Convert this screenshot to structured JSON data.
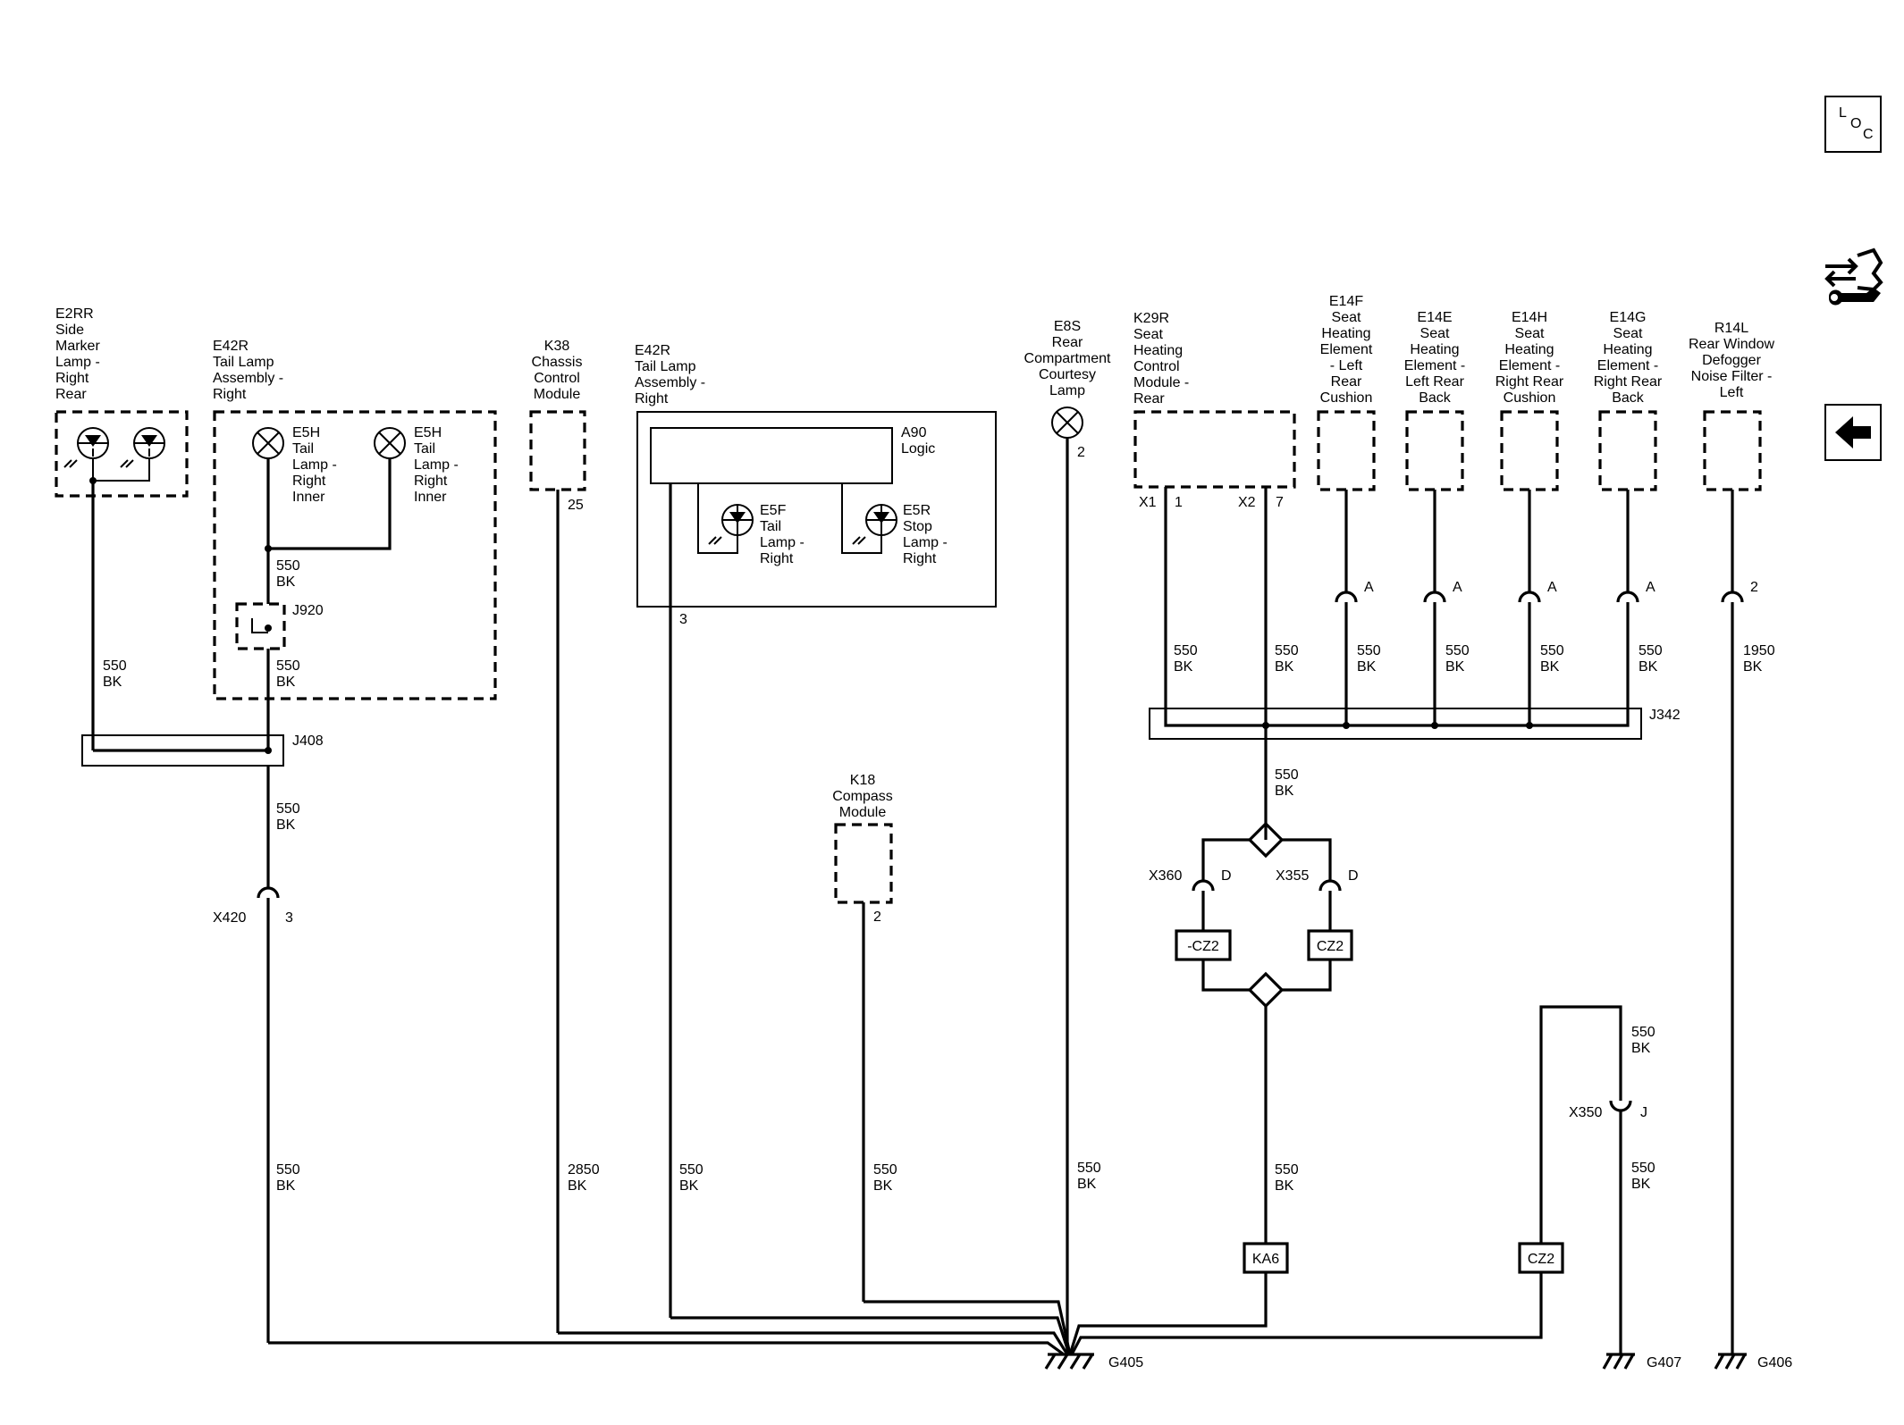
{
  "components": {
    "e2rr": [
      "E2RR",
      "Side",
      "Marker",
      "Lamp -",
      "Right",
      "Rear"
    ],
    "e42r_a": [
      "E42R",
      "Tail Lamp",
      "Assembly -",
      "Right"
    ],
    "e5h_l": [
      "E5H",
      "Tail",
      "Lamp -",
      "Right",
      "Inner"
    ],
    "e5h_r": [
      "E5H",
      "Tail",
      "Lamp -",
      "Right",
      "Inner"
    ],
    "k38": [
      "K38",
      "Chassis",
      "Control",
      "Module"
    ],
    "e42r_b": [
      "E42R",
      "Tail Lamp",
      "Assembly -",
      "Right"
    ],
    "a90": [
      "A90",
      "Logic"
    ],
    "e5f": [
      "E5F",
      "Tail",
      "Lamp -",
      "Right"
    ],
    "e5r": [
      "E5R",
      "Stop",
      "Lamp -",
      "Right"
    ],
    "e8s": [
      "E8S",
      "Rear",
      "Compartment",
      "Courtesy",
      "Lamp"
    ],
    "k29r": [
      "K29R",
      "Seat",
      "Heating",
      "Control",
      "Module -",
      "Rear"
    ],
    "e14f": [
      "E14F",
      "Seat",
      "Heating",
      "Element",
      "- Left",
      "Rear",
      "Cushion"
    ],
    "e14e": [
      "E14E",
      "Seat",
      "Heating",
      "Element -",
      "Left Rear",
      "Back"
    ],
    "e14h": [
      "E14H",
      "Seat",
      "Heating",
      "Element -",
      "Right Rear",
      "Cushion"
    ],
    "e14g": [
      "E14G",
      "Seat",
      "Heating",
      "Element -",
      "Right Rear",
      "Back"
    ],
    "r14l": [
      "R14L",
      "Rear Window",
      "Defogger",
      "Noise Filter -",
      "Left"
    ],
    "k18": [
      "K18",
      "Compass",
      "Module"
    ]
  },
  "splices": {
    "j920": "J920",
    "j408": "J408",
    "j342": "J342"
  },
  "connectors": {
    "x420": "X420",
    "x420_pin": "3",
    "x360": "X360",
    "x360_pin": "D",
    "x355": "X355",
    "x355_pin": "D",
    "x350": "X350",
    "x350_pin": "J",
    "x1": "X1",
    "x2": "X2",
    "pin_a": "A"
  },
  "pins": {
    "k38": "25",
    "a90": "3",
    "e8s": "2",
    "k18": "2",
    "k29r_x1": "1",
    "k29r_x2": "7",
    "r14l": "2"
  },
  "wire_color": "BK",
  "wires": {
    "w550": "550",
    "w2850": "2850",
    "w1950": "1950"
  },
  "tags": {
    "cz2_neg": "-CZ2",
    "cz2": "CZ2",
    "ka6": "KA6",
    "cz2_b": "CZ2"
  },
  "grounds": {
    "g405": "G405",
    "g407": "G407",
    "g406": "G406"
  },
  "sidebar": {
    "loc_l": "L",
    "loc_o": "O",
    "loc_c": "C"
  }
}
